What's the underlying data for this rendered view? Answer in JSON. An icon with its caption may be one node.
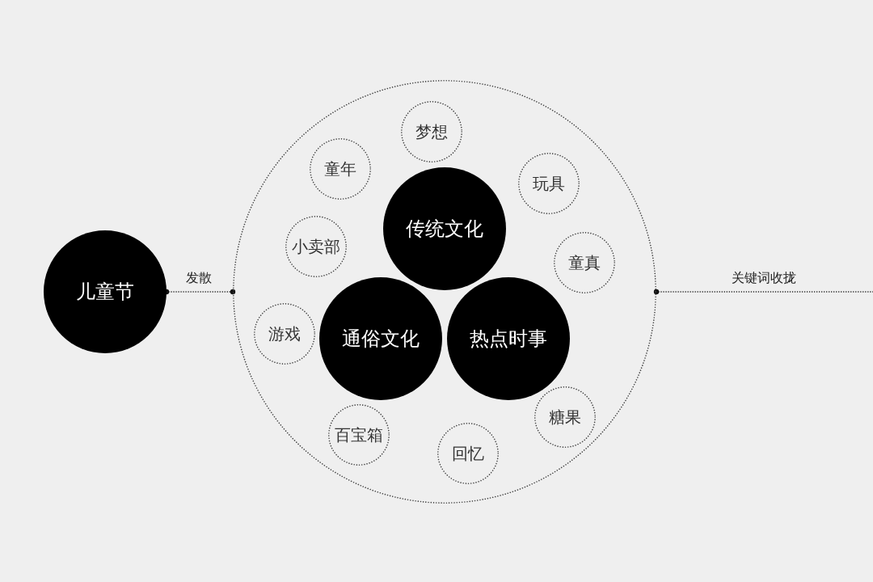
{
  "diagram": {
    "nodes": [
      {
        "text": [
          "儿童节"
        ]
      },
      {
        "text": [],
        "shape": "circle"
      },
      {
        "text": [
          "梦想"
        ],
        "in": 1
      },
      {
        "text": [
          "童年"
        ],
        "in": 1
      },
      {
        "text": [
          "玩具"
        ],
        "in": 1
      },
      {
        "text": [
          "传统文化"
        ],
        "in": 1
      },
      {
        "text": [
          "小卖部"
        ],
        "in": 1
      },
      {
        "text": [
          "童真"
        ],
        "in": 1
      },
      {
        "text": [
          "游戏"
        ],
        "in": 1
      },
      {
        "text": [
          "通俗文化"
        ],
        "in": 1
      },
      {
        "text": [
          "热点时事"
        ],
        "in": 1
      },
      {
        "text": [
          "糖果"
        ],
        "in": 1
      },
      {
        "text": [
          "百宝箱"
        ],
        "in": 1
      },
      {
        "text": [
          "回忆"
        ],
        "in": 1
      }
    ],
    "edges": [
      {
        "from": 0,
        "to": 1,
        "arrow": "other",
        "label": "发散",
        "style": "dashed"
      },
      {
        "from": 1,
        "to": null,
        "arrow": "other",
        "label": "关键词收拢",
        "style": "dashed"
      }
    ]
  }
}
